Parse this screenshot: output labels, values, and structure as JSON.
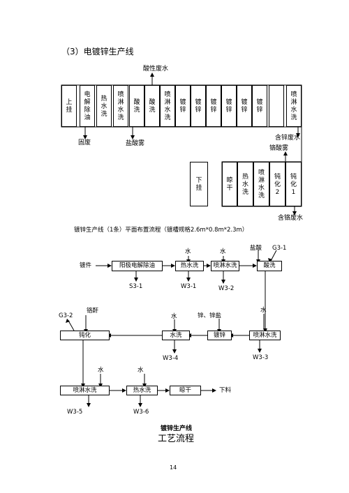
{
  "heading": "（3）电镀锌生产线",
  "layout": {
    "top_label_acid_wastewater": "酸性废水",
    "row1_tanks": [
      "上挂",
      "电解除油",
      "热水洗",
      "喷淋水洗",
      "酸洗",
      "酸洗",
      "喷淋水洗",
      "镀锌",
      "镀锌",
      "镀锌",
      "镀锌",
      "镀锌",
      "镀锌",
      "喷淋水洗"
    ],
    "row2_tanks": [
      "下挂",
      "晾干",
      "热水洗",
      "喷淋水洗",
      "钝化2",
      "钝化1"
    ],
    "label_solid_waste": "固废",
    "label_hcl_mist": "盐酸雾",
    "label_zinc_wastewater": "含锌废水",
    "label_chromic_mist": "铬酸雾",
    "label_chrome_wastewater": "含铬废水",
    "caption": "镀锌生产线（1条）平面布置流程（镀槽规格2.6m*0.8m*2.3m）"
  },
  "flow": {
    "input": "镀件",
    "steps": [
      "阳极电解除油",
      "热水洗",
      "喷淋水洗",
      "酸洗",
      "喷淋水洗",
      "镀锌",
      "水洗",
      "钝化",
      "喷淋水洗",
      "热水洗",
      "晾干"
    ],
    "output": "下料",
    "inputs": {
      "water": "水",
      "hcl": "盐酸",
      "zinc_salt": "锌、锌盐",
      "chromic_anhydride": "铬酐"
    },
    "emissions": {
      "s3_1": "S3-1",
      "w3_1": "W3-1",
      "w3_2": "W3-2",
      "g3_1": "G3-1",
      "w3_3": "W3-3",
      "w3_4": "W3-4",
      "g3_2": "G3-2",
      "w3_5": "W3-5",
      "w3_6": "W3-6"
    }
  },
  "footer": {
    "subtitle": "镀锌生产线",
    "title": "工艺流程",
    "page_number": "14"
  }
}
